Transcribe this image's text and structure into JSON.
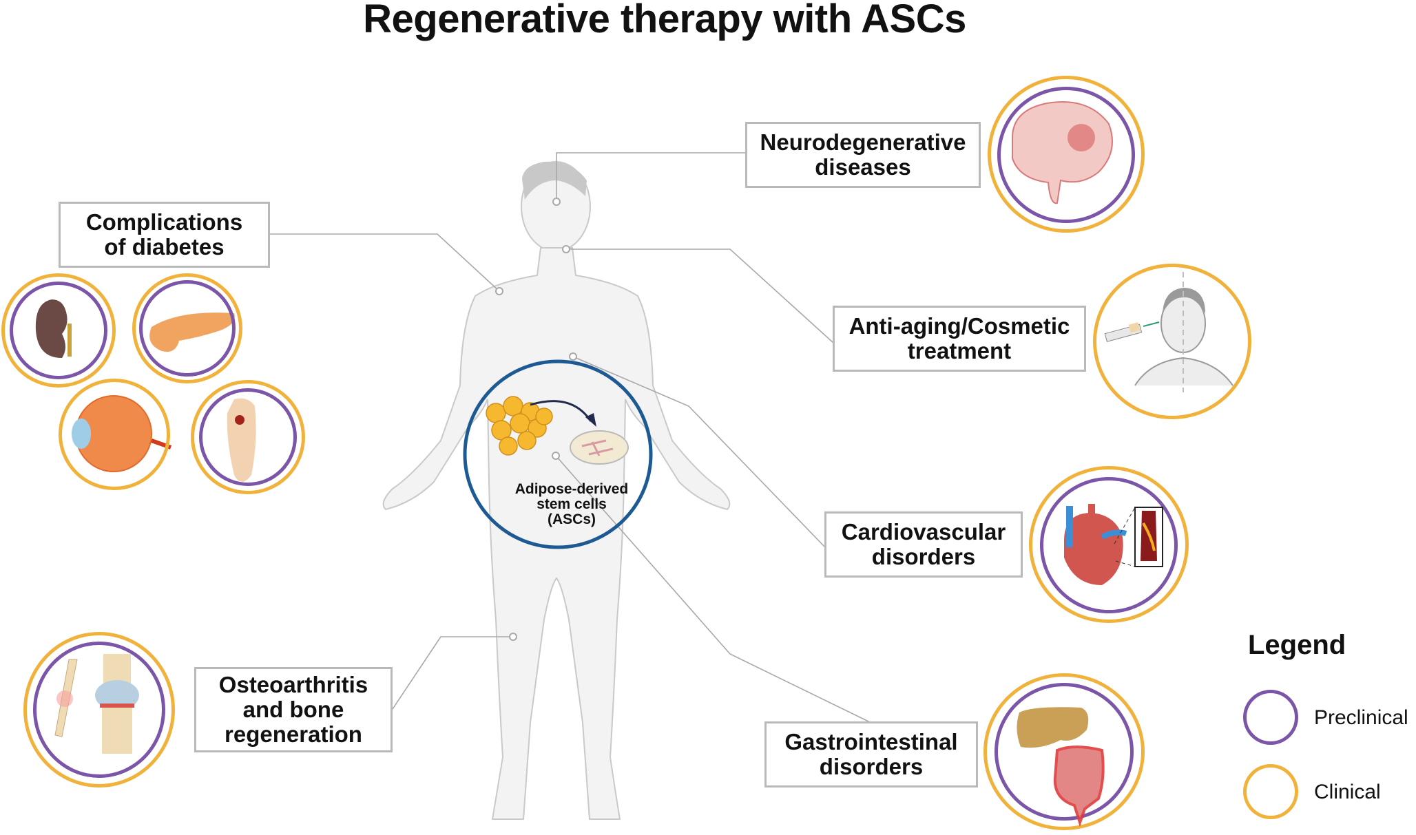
{
  "title": "Regenerative therapy with ASCs",
  "center": {
    "label": "Adipose-derived\nstem cells\n(ASCs)",
    "ring_color": "#1d5a94"
  },
  "applications": [
    {
      "id": "diabetes",
      "label": "Complications\nof diabetes",
      "stages": [
        "preclinical",
        "clinical"
      ],
      "icons": [
        "kidney-icon",
        "pancreas-icon",
        "eye-retina-icon",
        "diabetic-foot-icon"
      ]
    },
    {
      "id": "neuro",
      "label": "Neurodegenerative\ndiseases",
      "stages": [
        "preclinical",
        "clinical"
      ],
      "icons": [
        "brain-icon"
      ]
    },
    {
      "id": "cosmetic",
      "label": "Anti-aging/Cosmetic\ntreatment",
      "stages": [
        "clinical"
      ],
      "icons": [
        "face-injection-icon"
      ]
    },
    {
      "id": "cardio",
      "label": "Cardiovascular\ndisorders",
      "stages": [
        "preclinical",
        "clinical"
      ],
      "icons": [
        "heart-icon",
        "artery-plaque-icon"
      ]
    },
    {
      "id": "ortho",
      "label": "Osteoarthritis\nand bone\nregeneration",
      "stages": [
        "preclinical",
        "clinical"
      ],
      "icons": [
        "bone-fracture-icon",
        "knee-joint-icon"
      ]
    },
    {
      "id": "gi",
      "label": "Gastrointestinal\ndisorders",
      "stages": [
        "preclinical",
        "clinical"
      ],
      "icons": [
        "fatty-liver-icon",
        "inflamed-intestine-icon"
      ]
    }
  ],
  "legend": {
    "title": "Legend",
    "items": [
      {
        "label": "Preclinical",
        "color": "#7a55a8"
      },
      {
        "label": "Clinical",
        "color": "#f0b23b"
      }
    ]
  }
}
